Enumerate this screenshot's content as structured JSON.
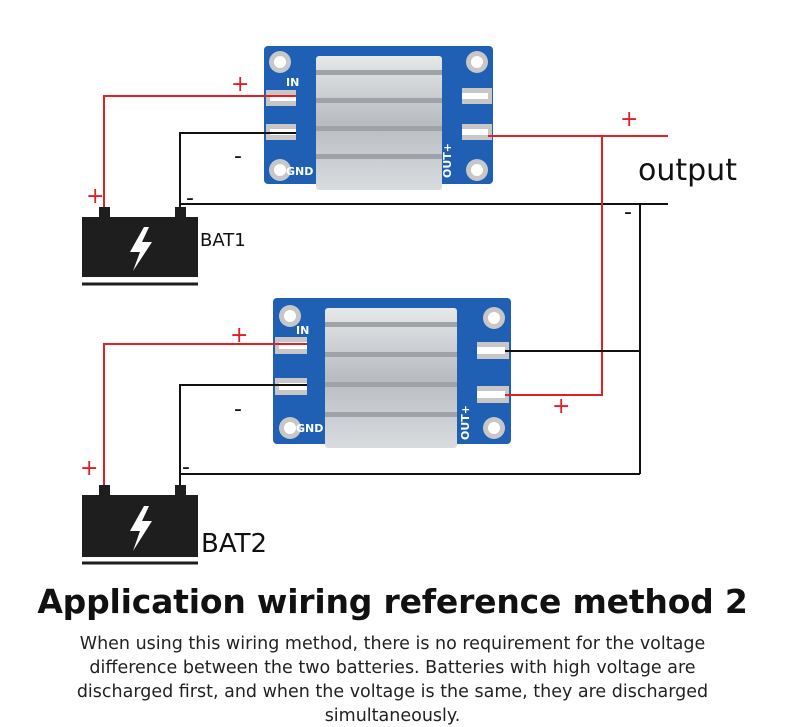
{
  "diagram": {
    "title": "Application wiring reference method 2",
    "description": "When using this wiring method, there is no requirement for the voltage difference between the two batteries. Batteries with high voltage are discharged first, and when the voltage is the same, they are discharged simultaneously.",
    "output_label": "output",
    "battery_1_label": "BAT1",
    "battery_2_label": "BAT2",
    "plus_sign": "+",
    "minus_sign": "-",
    "board_markings": {
      "in": "IN",
      "gnd": "GND",
      "out_plus": "OUT+"
    }
  },
  "colors": {
    "positive_wire": "#e31e24",
    "negative_wire": "#111111",
    "pcb": "#1f5fb4",
    "heatsink": "#c9ccd0",
    "battery": "#1e1e1e"
  },
  "icons": {
    "battery": "lightning-bolt-icon",
    "module": "pcb-module-with-heatsink"
  }
}
